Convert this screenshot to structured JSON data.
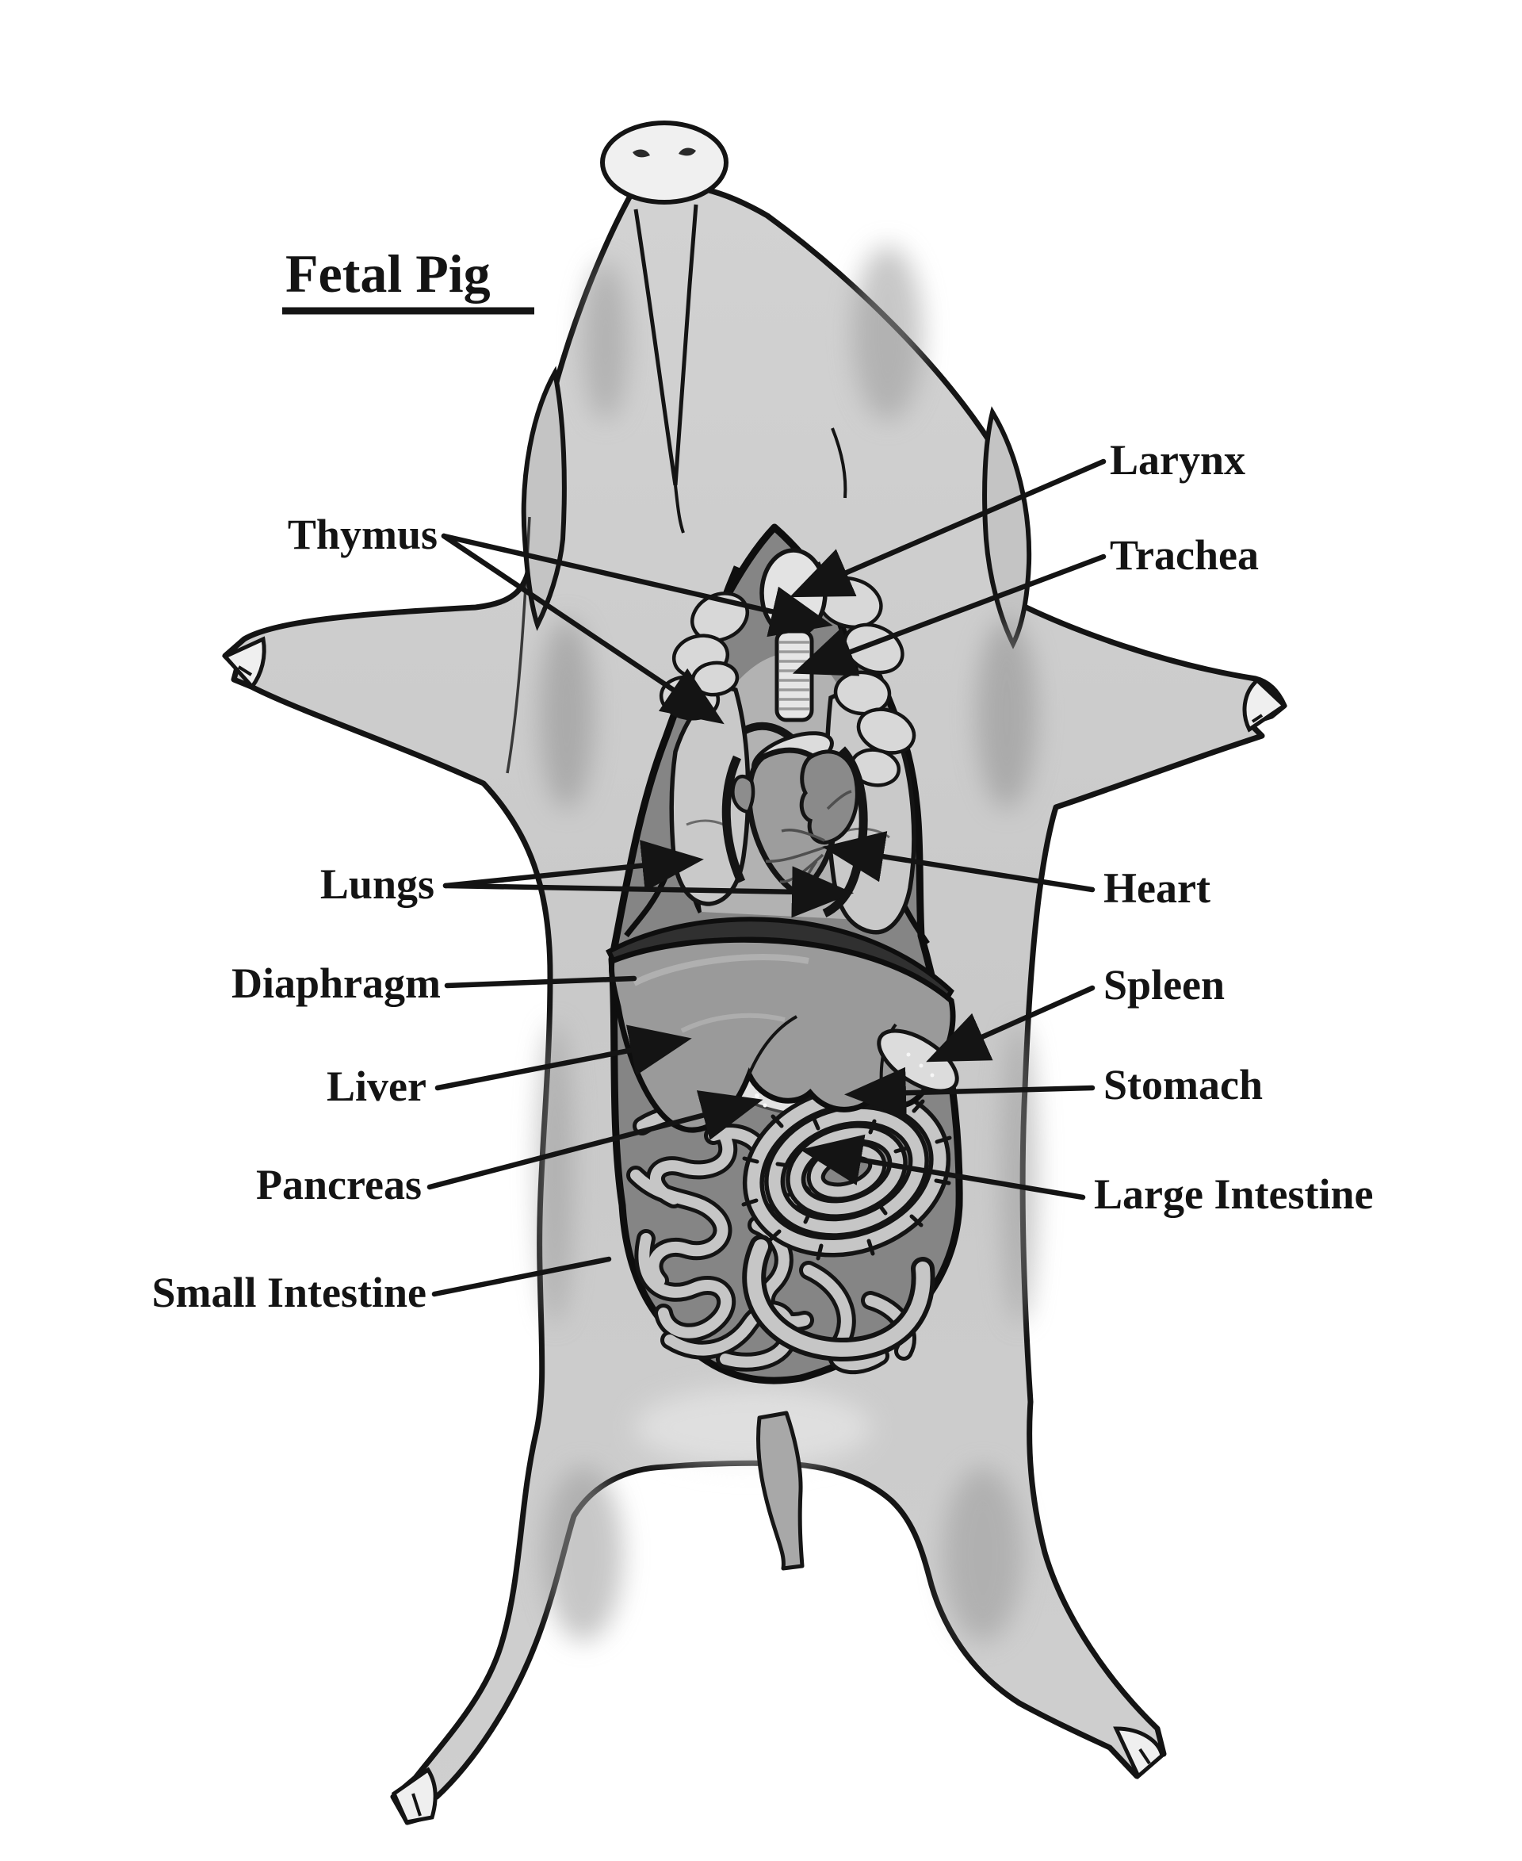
{
  "title": "Fetal Pig",
  "labels": {
    "thymus": "Thymus",
    "larynx": "Larynx",
    "trachea": "Trachea",
    "lungs": "Lungs",
    "heart": "Heart",
    "diaphragm": "Diaphragm",
    "spleen": "Spleen",
    "liver": "Liver",
    "stomach": "Stomach",
    "pancreas": "Pancreas",
    "large_intestine": "Large Intestine",
    "small_intestine": "Small Intestine"
  },
  "colors": {
    "background": "#ffffff",
    "ink": "#141414",
    "body": "#c9c9c9",
    "snout": "#f0f0f0",
    "cavity": "#858585",
    "diaphragm": "#303030",
    "heart": "#9d9d9d",
    "atrium": "#8a8a8a",
    "liver": "#9a9a9a",
    "stomach": "#5c5c5c",
    "spleen": "#dcdcdc",
    "pancreas": "#e3e3e3",
    "intestine_tube": "#c6c6c6",
    "lung": "#c9c9c9",
    "thymus": "#d8d8d8",
    "trachea": "#e6e6e6",
    "larynx": "#e3e3e3",
    "umbilical_cord": "#a8a8a8"
  }
}
